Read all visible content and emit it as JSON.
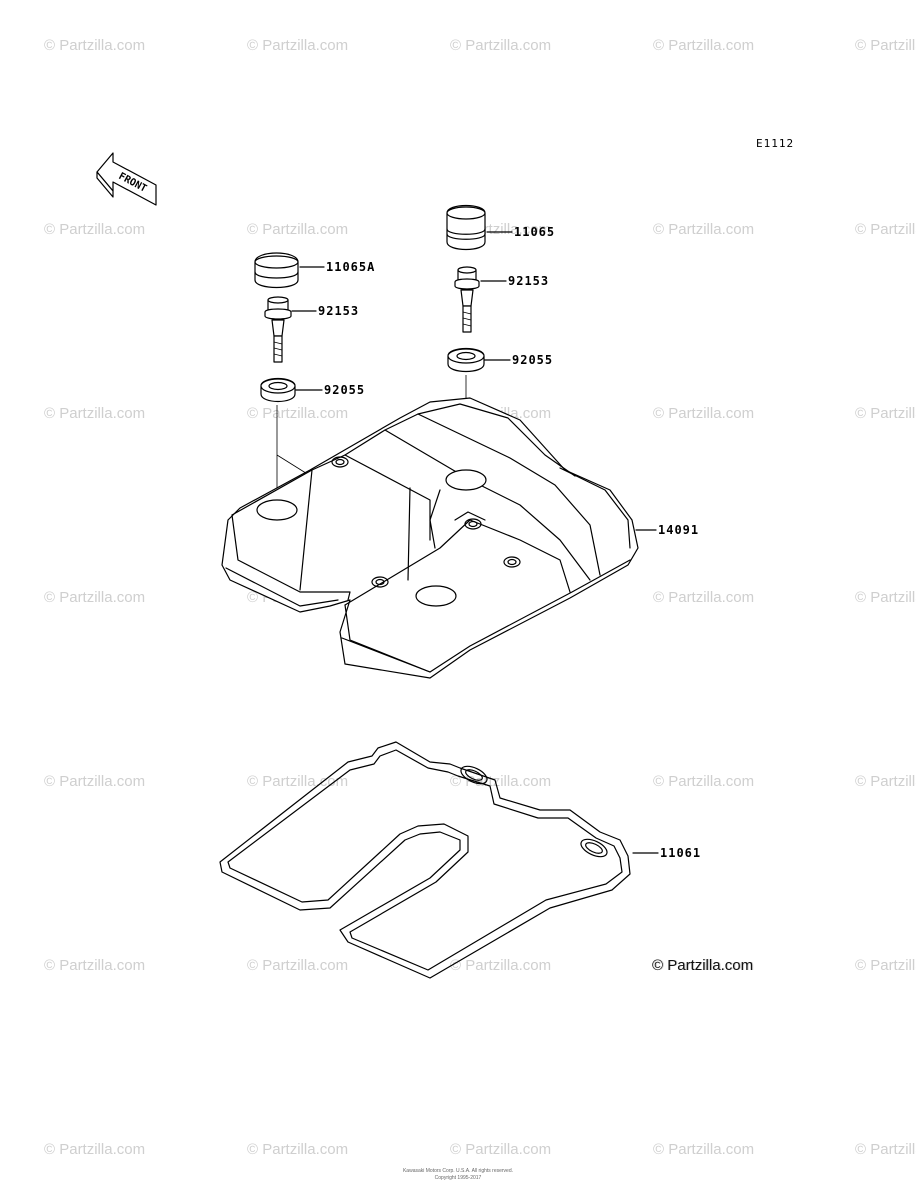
{
  "diagram": {
    "code": "E1112",
    "front_label": "FRONT",
    "watermark": "© Partzilla.com",
    "brand_mark": "© Partzilla.com",
    "copyright_line_1": "Kawasaki Motors Corp. U.S.A. All rights reserved.",
    "copyright_line_2": "Copyright 1995-2017"
  },
  "parts": [
    {
      "id": "cap-left",
      "label": "11065A"
    },
    {
      "id": "bolt-left",
      "label": "92153"
    },
    {
      "id": "washer-left",
      "label": "92055"
    },
    {
      "id": "cap-right",
      "label": "11065"
    },
    {
      "id": "bolt-right",
      "label": "92153"
    },
    {
      "id": "washer-right",
      "label": "92055"
    },
    {
      "id": "cylinder-head-cover",
      "label": "14091"
    },
    {
      "id": "gasket",
      "label": "11061"
    }
  ]
}
